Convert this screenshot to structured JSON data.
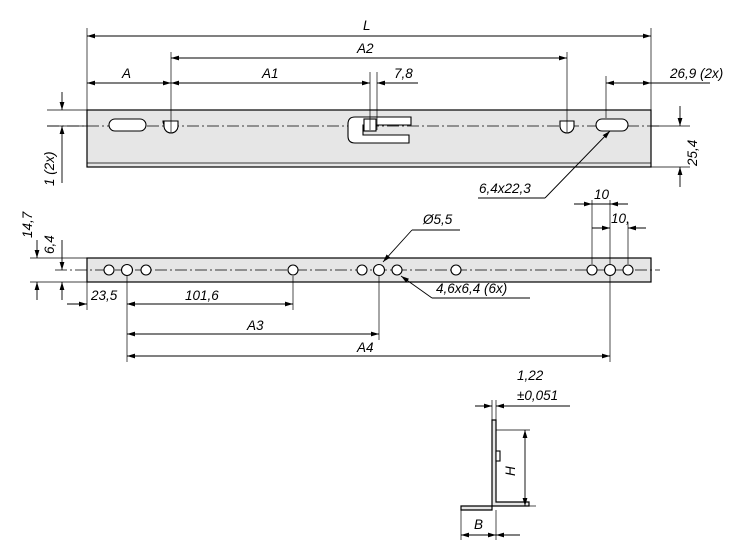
{
  "labels": {
    "L": "L",
    "A": "A",
    "A1": "A1",
    "A2": "A2",
    "A3": "A3",
    "A4": "A4",
    "d7_8": "7,8",
    "d26_9": "26,9 (2x)",
    "d1_2x": "1 (2x)",
    "d25_4": "25,4",
    "d6_4x22_3": "6,4x22,3",
    "d14_7": "14,7",
    "d6_4": "6,4",
    "d10a": "10",
    "d10b": "10,",
    "dO5_5": "Ø5,5",
    "d23_5": "23,5",
    "d101_6": "101,6",
    "d4_6x6_4": "4,6x6,4 (6x)",
    "d1_22": "1,22",
    "d0_051": "±0,051",
    "H": "H",
    "B": "B"
  }
}
